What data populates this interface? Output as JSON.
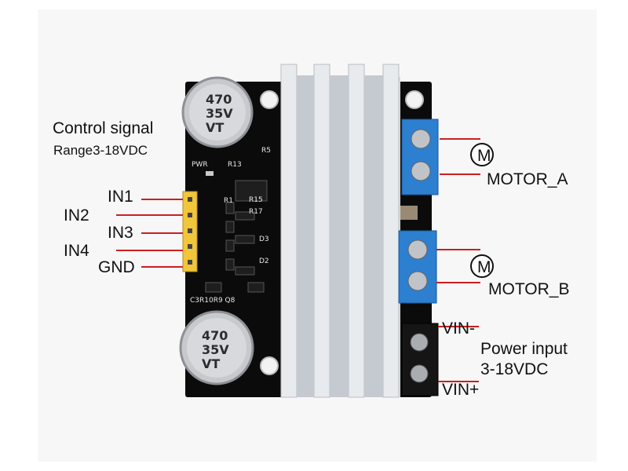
{
  "labels": {
    "control_signal": "Control signal",
    "range": "Range3-18VDC",
    "in1": "IN1",
    "in2": "IN2",
    "in3": "IN3",
    "in4": "IN4",
    "gnd": "GND",
    "motor_a": "MOTOR_A",
    "motor_b": "MOTOR_B",
    "motor_symbol": "M",
    "vin_minus": "VIN-",
    "power_input": "Power input",
    "power_range": "3-18VDC",
    "vin_plus": "VIN+"
  },
  "board_markings": {
    "cap_top": [
      "470",
      "35V",
      "VT"
    ],
    "cap_bottom": [
      "470",
      "35V",
      "VT"
    ],
    "pwr": "PWR",
    "r13": "R13",
    "r5": "R5",
    "r1": "R1",
    "r15": "R15",
    "r17": "R17",
    "d3": "D3",
    "d2": "D2",
    "bottom_row": "C3R10R9 Q8"
  },
  "colors": {
    "board": "#0b0b0b",
    "heatsink": "#d9dde2",
    "terminal_blue": "#2d7fd0",
    "terminal_black": "#151515",
    "header_yellow": "#f2c63a",
    "leader_red": "#cc1f1f"
  }
}
